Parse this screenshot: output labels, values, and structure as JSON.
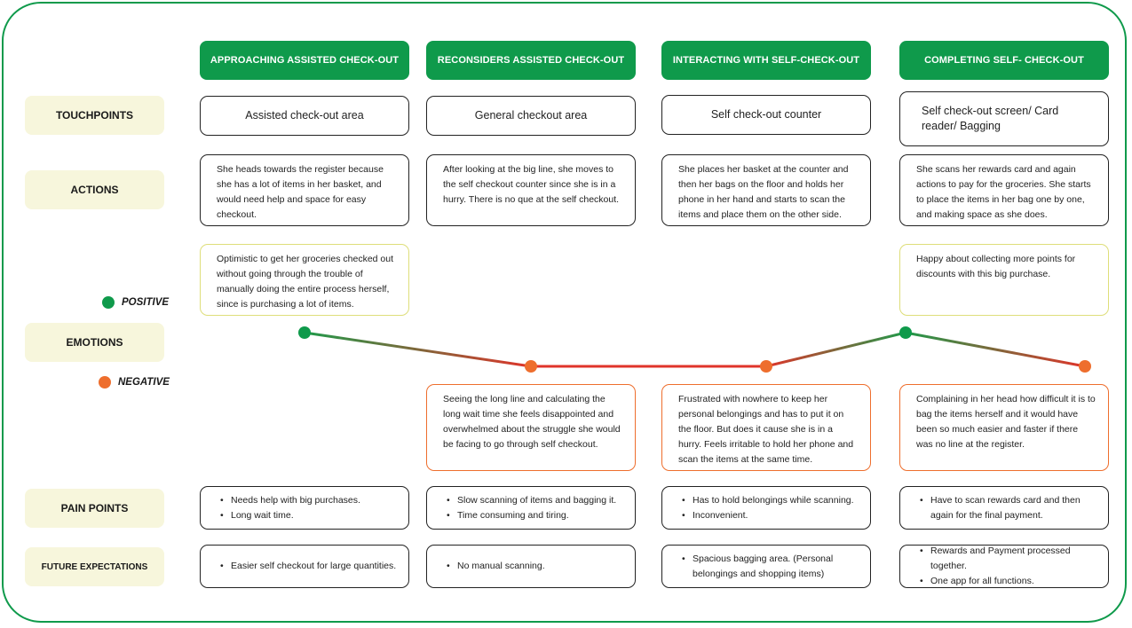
{
  "stages": [
    {
      "title": "APPROACHING ASSISTED CHECK-OUT",
      "touchpoint": "Assisted check-out area",
      "action": "She heads towards the register because she has a lot of items in her basket, and would need help and space for easy checkout.",
      "emotion_positive": "Optimistic to get her groceries checked out without going through the trouble of manually doing the entire process herself, since is purchasing a lot of items.",
      "emotion_negative": "",
      "pain_points": [
        "Needs help with big purchases.",
        "Long wait time."
      ],
      "future": [
        "Easier self checkout for large quantities."
      ]
    },
    {
      "title": "RECONSIDERS ASSISTED CHECK-OUT",
      "touchpoint": "General checkout area",
      "action": "After looking at the big line, she moves to the self checkout counter since she is in a hurry. There is no que at the self checkout.",
      "emotion_positive": "",
      "emotion_negative": "Seeing the long line and calculating the long wait time she feels disappointed and overwhelmed about the struggle she would be facing to go through self checkout.",
      "pain_points": [
        "Slow scanning of items and bagging it.",
        "Time consuming and tiring."
      ],
      "future": [
        "No manual scanning."
      ]
    },
    {
      "title": "INTERACTING WITH SELF-CHECK-OUT",
      "touchpoint": "Self check-out counter",
      "action": "She places her basket at the counter and then her bags on the floor and holds her phone in her hand and starts to scan the items and place them on the other side.",
      "emotion_positive": "",
      "emotion_negative": "Frustrated with nowhere to keep her personal belongings and has to put it on the floor. But does it cause she is in a hurry. Feels irritable to hold her phone and scan the items at the same time.",
      "pain_points": [
        "Has to hold belongings while scanning.",
        "Inconvenient."
      ],
      "future": [
        "Spacious bagging area. (Personal belongings and shopping items)"
      ]
    },
    {
      "title": "COMPLETING SELF- CHECK-OUT",
      "touchpoint": "Self check-out screen/ Card reader/ Bagging",
      "action": "She scans her rewards card and again actions to pay for the groceries. She starts to place the items in her bag one by one, and making space as she does.",
      "emotion_positive": "Happy about collecting more points for discounts with this big purchase.",
      "emotion_negative": "Complaining in her head how difficult it is to bag the items herself and it would have been so much easier and faster if there was no line at the register.",
      "pain_points": [
        "Have to scan rewards card and then again for the final payment."
      ],
      "future": [
        "Rewards and Payment processed together.",
        "One app for all functions."
      ]
    }
  ],
  "row_labels": {
    "touchpoints": "TOUCHPOINTS",
    "actions": "ACTIONS",
    "emotions": "EMOTIONS",
    "pain_points": "PAIN POINTS",
    "future": "FUTURE EXPECTATIONS"
  },
  "legend": {
    "positive": "POSITIVE",
    "negative": "NEGATIVE"
  },
  "colors": {
    "brand_green": "#0f9a4b",
    "negative_orange": "#ee6e2d",
    "label_bg": "#f7f6dc",
    "positive_border": "#dede7a",
    "line_red": "#e0342a"
  },
  "emotion_curve": {
    "points": [
      {
        "stage": 1,
        "sentiment": "positive"
      },
      {
        "stage": 2,
        "sentiment": "negative"
      },
      {
        "stage": 3,
        "sentiment": "negative"
      },
      {
        "stage": 4,
        "sentiment": "positive"
      },
      {
        "stage": 4.8,
        "sentiment": "negative"
      }
    ]
  }
}
